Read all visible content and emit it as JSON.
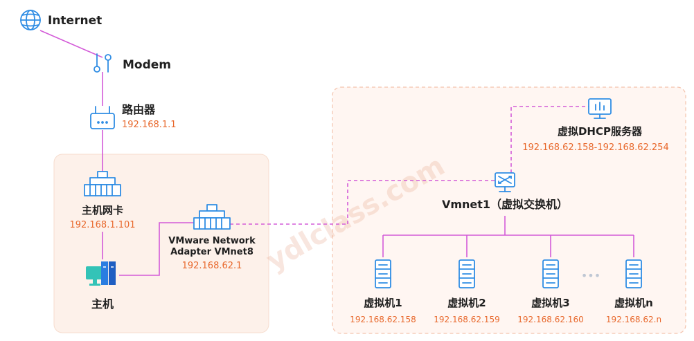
{
  "colors": {
    "accent_ip": "#e8682c",
    "link": "#d35bd8",
    "icon": "#2f8de4",
    "host_zone": "#fdf1ea",
    "vm_zone": "#fff6f2"
  },
  "watermark": "ydlclass.com",
  "nodes": {
    "internet": {
      "label": "Internet",
      "icon": "globe-icon"
    },
    "modem": {
      "label": "Modem",
      "icon": "modem-icon"
    },
    "router": {
      "label": "路由器",
      "ip": "192.168.1.1",
      "icon": "router-icon"
    },
    "host_nic": {
      "label": "主机网卡",
      "ip": "192.168.1.101",
      "icon": "network-adapter-icon"
    },
    "host": {
      "label": "主机",
      "icon": "computer-icon"
    },
    "vmnet8": {
      "label_line1": "VMware Network",
      "label_line2": "Adapter VMnet8",
      "ip": "192.168.62.1",
      "icon": "network-adapter-icon"
    },
    "dhcp": {
      "label": "虚拟DHCP服务器",
      "ip": "192.168.62.158-192.168.62.254",
      "icon": "monitor-icon"
    },
    "vmnet1": {
      "label": "Vmnet1（虚拟交换机）",
      "icon": "switch-icon"
    },
    "vms": [
      {
        "label": "虚拟机1",
        "ip": "192.168.62.158",
        "icon": "server-icon"
      },
      {
        "label": "虚拟机2",
        "ip": "192.168.62.159",
        "icon": "server-icon"
      },
      {
        "label": "虚拟机3",
        "ip": "192.168.62.160",
        "icon": "server-icon"
      },
      {
        "label": "虚拟机n",
        "ip": "192.168.62.n",
        "icon": "server-icon"
      }
    ],
    "ellipsis": "•••"
  }
}
